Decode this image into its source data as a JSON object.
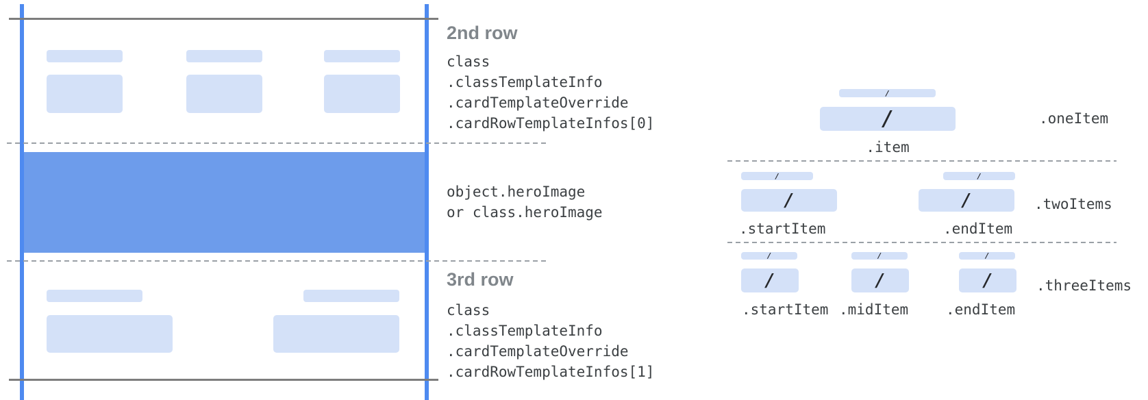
{
  "glyphs": {
    "slash": "/"
  },
  "colors": {
    "edge_blue": "#4e8af0",
    "hero_blue": "#6d9ceb",
    "bar_blue": "#d4e1f8",
    "heading_gray": "#80868b",
    "text_dark": "#3c4043",
    "solid_line_gray": "#7d7d7d",
    "dash_gray": "#9aa0a6"
  },
  "annotations": {
    "row2": {
      "heading": "2nd row",
      "lines": [
        "class",
        ".classTemplateInfo",
        ".cardTemplateOverride",
        ".cardRowTemplateInfos[0]"
      ]
    },
    "hero": {
      "lines": [
        "object.heroImage",
        "or class.heroImage"
      ]
    },
    "row3": {
      "heading": "3rd row",
      "lines": [
        "class",
        ".classTemplateInfo",
        ".cardTemplateOverride",
        ".cardRowTemplateInfos[1]"
      ]
    }
  },
  "layouts": {
    "oneItem": {
      "label": ".oneItem",
      "item": ".item"
    },
    "twoItems": {
      "label": ".twoItems",
      "start": ".startItem",
      "end": ".endItem"
    },
    "threeItems": {
      "label": ".threeItems",
      "start": ".startItem",
      "mid": ".midItem",
      "end": ".endItem"
    }
  }
}
